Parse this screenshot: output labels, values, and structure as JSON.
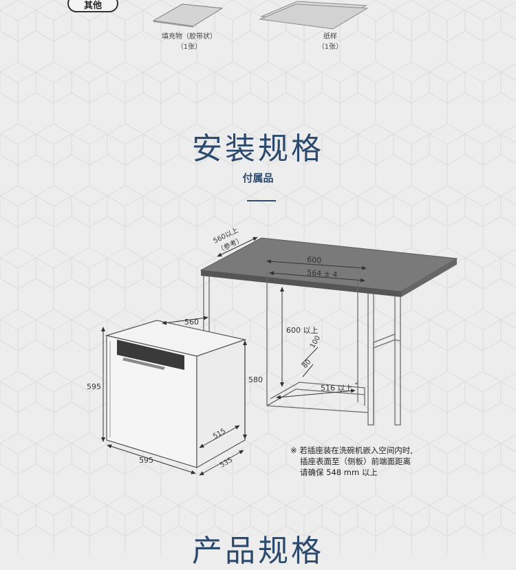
{
  "other": {
    "tag_label": "其他",
    "items": [
      {
        "name": "填充物（胶带状）",
        "qty": "（1张）"
      },
      {
        "name": "纸样",
        "qty": "（1张）"
      }
    ]
  },
  "install": {
    "title": "安装规格",
    "subtitle": "付属品"
  },
  "diagram": {
    "cabinet": {
      "depth_label": "560以上",
      "depth_note": "（参考）",
      "width_outer": "600",
      "width_inner": "564 ± 4",
      "height": "600 以上",
      "dim_100": "100",
      "dim_80": "80",
      "bottom_depth": "516 以上",
      "bottom_mark": "*"
    },
    "appliance": {
      "top_depth": "560",
      "front_height": "595",
      "side_height": "580",
      "inner_depth": "515",
      "bottom_width": "595",
      "bottom_depth": "535"
    }
  },
  "note": {
    "lines": [
      "※ 若插座装在洗碗机嵌入空间内时,",
      "插座表面至（侧板）前端面距离",
      "请确保 548 mm 以上"
    ]
  },
  "product": {
    "title": "产品规格"
  }
}
